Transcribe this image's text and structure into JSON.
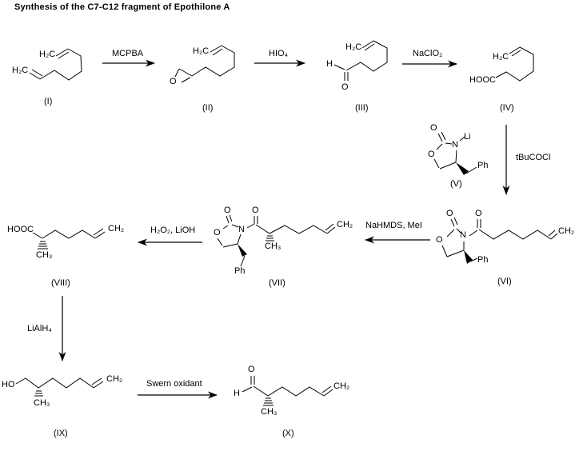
{
  "title": "Synthesis of the C7-C12 fragment of Epothilone A",
  "colors": {
    "ink": "#000000",
    "background": "#ffffff"
  },
  "compounds": {
    "I": {
      "label": "(I)",
      "atoms": {
        "h2c_top": "H₂C",
        "h2c_left": "H₂C"
      }
    },
    "II": {
      "label": "(II)",
      "atoms": {
        "h2c": "H₂C",
        "o_epoxide": "O"
      }
    },
    "III": {
      "label": "(III)",
      "atoms": {
        "h2c": "H₂C",
        "h": "H",
        "o": "O"
      }
    },
    "IV": {
      "label": "(IV)",
      "atoms": {
        "h2c": "H₂C",
        "hooc": "HOOC"
      }
    },
    "V": {
      "label": "(V)",
      "atoms": {
        "o_carbonyl": "O",
        "o_ring": "O",
        "n": "N",
        "li": "Li",
        "ph": "Ph"
      }
    },
    "VI": {
      "label": "(VI)",
      "atoms": {
        "o_carbonyl": "O",
        "o_acyl": "O",
        "o_ring": "O",
        "n": "N",
        "ch2": "CH₂",
        "ph": "Ph"
      }
    },
    "VII": {
      "label": "(VII)",
      "atoms": {
        "o_carbonyl": "O",
        "o_acyl": "O",
        "o_ring": "O",
        "n": "N",
        "ch3": "CH₃",
        "ch2": "CH₂",
        "ph": "Ph"
      }
    },
    "VIII": {
      "label": "(VIII)",
      "atoms": {
        "hooc": "HOOC",
        "ch3": "CH₃",
        "ch2": "CH₂"
      }
    },
    "IX": {
      "label": "(IX)",
      "atoms": {
        "ho": "HO",
        "ch3": "CH₃",
        "ch2": "CH₂"
      }
    },
    "X": {
      "label": "(X)",
      "atoms": {
        "o": "O",
        "h": "H",
        "ch3": "CH₃",
        "ch2": "CH₂"
      }
    }
  },
  "reactions": [
    {
      "from": "I",
      "to": "II",
      "reagent": "MCPBA"
    },
    {
      "from": "II",
      "to": "III",
      "reagent": "HIO₄"
    },
    {
      "from": "III",
      "to": "IV",
      "reagent": "NaClO₂"
    },
    {
      "from": "IV",
      "to": "VI",
      "reagent": "tBuCOCl"
    },
    {
      "from": "VI",
      "to": "VII",
      "reagent": "NaHMDS, MeI"
    },
    {
      "from": "VII",
      "to": "VIII",
      "reagent": "H₂O₂, LiOH"
    },
    {
      "from": "VIII",
      "to": "IX",
      "reagent": "LiAlH₄"
    },
    {
      "from": "IX",
      "to": "X",
      "reagent": "Swern oxidant"
    }
  ]
}
